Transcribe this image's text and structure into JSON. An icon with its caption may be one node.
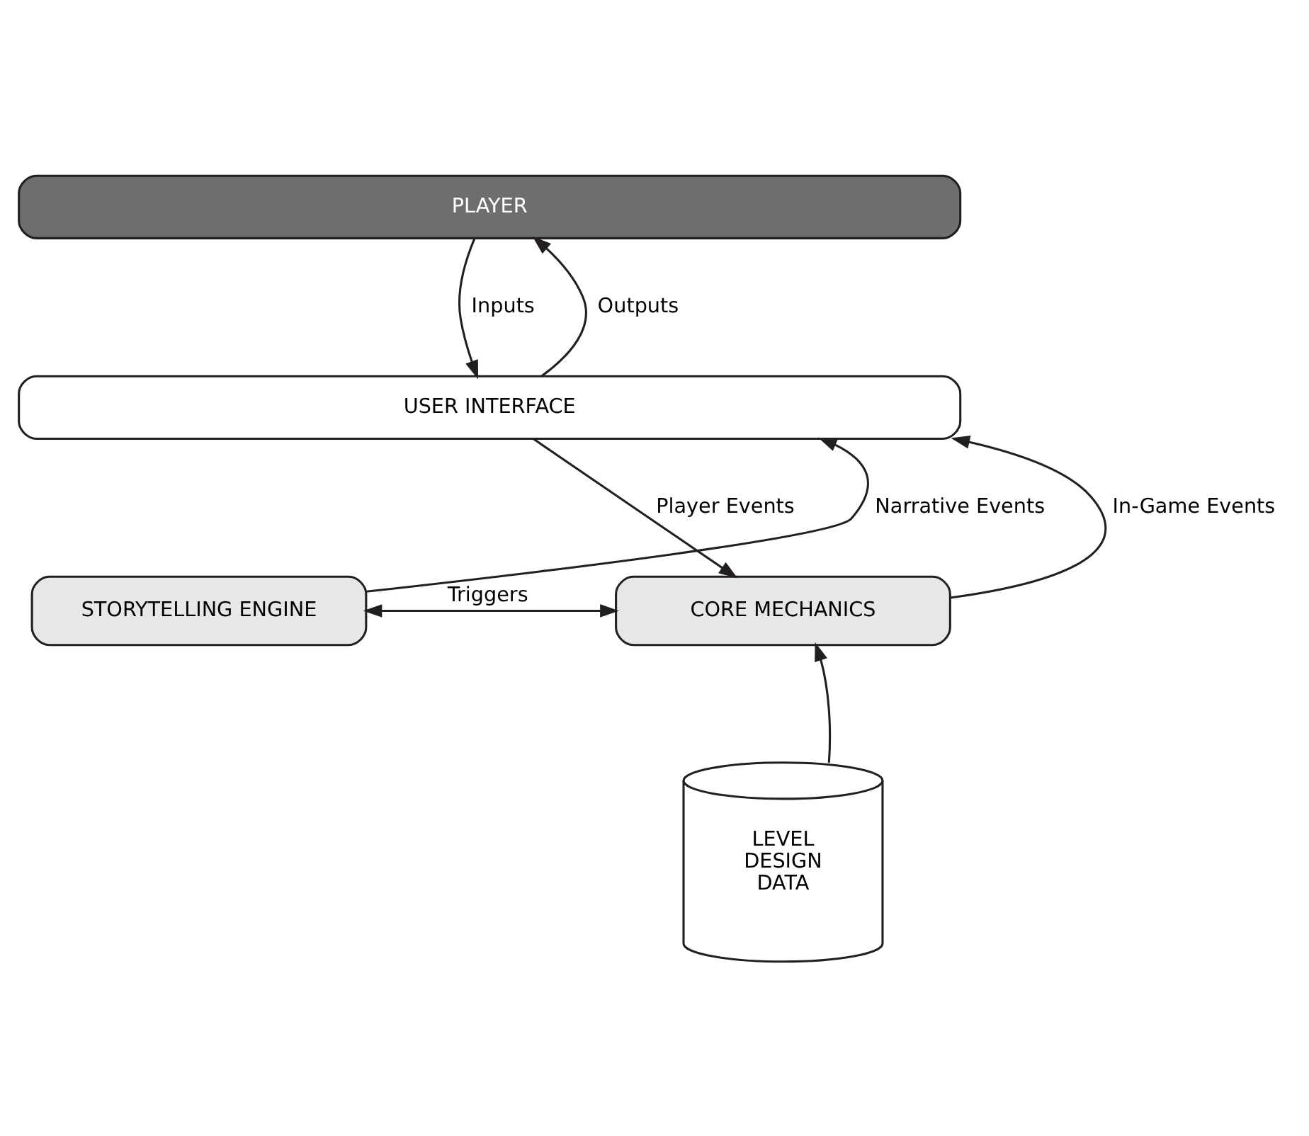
{
  "diagram": {
    "nodes": [
      {
        "text": [
          "PLAYER"
        ]
      },
      {
        "text": [
          "USER INTERFACE"
        ]
      },
      {
        "text": [
          "STORYTELLING ENGINE"
        ]
      },
      {
        "text": [
          "CORE MECHANICS"
        ]
      },
      {
        "text": [
          "LEVEL DESIGN DATA"
        ]
      }
    ],
    "edges": [
      {
        "from": 1,
        "to": 0,
        "arrow": "to",
        "label": "Outputs"
      },
      {
        "from": 0,
        "to": 1,
        "arrow": "to",
        "label": "Inputs"
      },
      {
        "from": 2,
        "to": 1,
        "arrow": "to",
        "label": "Narrative Events"
      },
      {
        "from": 3,
        "to": 1,
        "arrow": "to",
        "label": "In-Game Events"
      },
      {
        "from": 1,
        "to": 3,
        "arrow": "to",
        "label": "Player Events"
      },
      {
        "from": 2,
        "to": 3,
        "arrow": "both",
        "label": "Triggers"
      },
      {
        "from": 4,
        "to": 3,
        "arrow": "to"
      }
    ]
  }
}
